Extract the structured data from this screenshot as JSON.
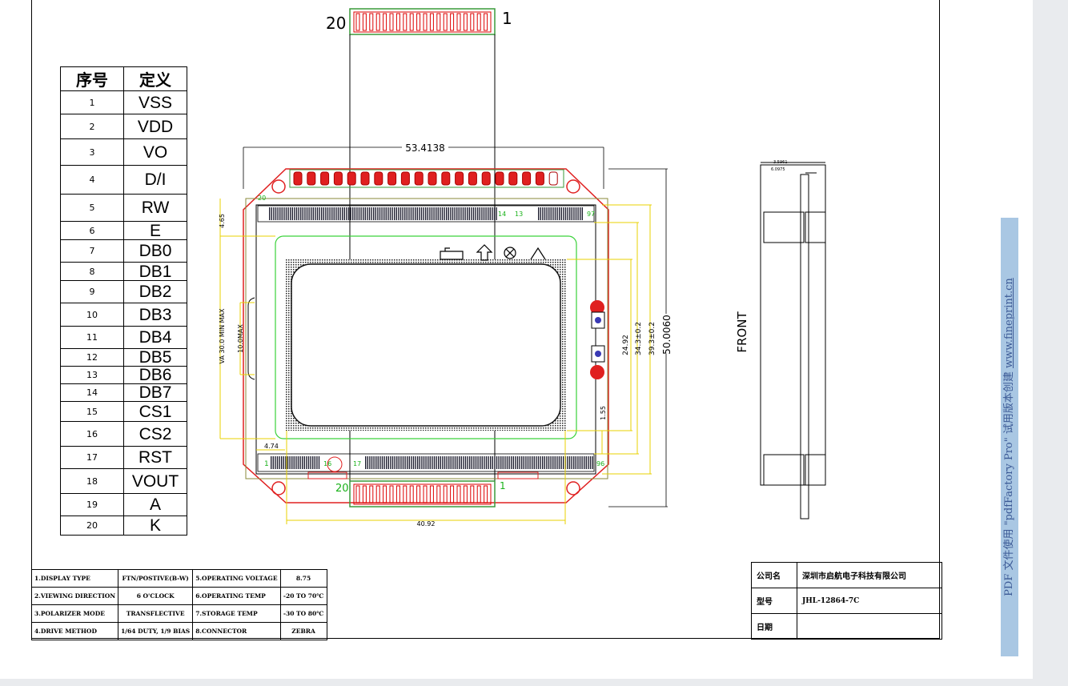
{
  "connector_top": {
    "pin_first": "20",
    "pin_last": "1"
  },
  "dimensions": {
    "outline_width": "53.4138",
    "top_offset": "4.65",
    "va_height": "VA 30.0 MIN MAX",
    "max_thick": "10.0MAX",
    "left_offset": "4.74",
    "bottom_width": "40.92",
    "h1": "24.92",
    "h2": "34.3±0.2",
    "h3": "39.3±0.2",
    "overall_height": "50.0060",
    "small_gap": "1.55",
    "side_a": "3.5961",
    "side_b": "6.0975"
  },
  "pcb_labels": {
    "top_left": "20",
    "top_mid": "14",
    "top_mid2": "13",
    "top_right": "97",
    "bot_left": "1",
    "bot_mid": "16",
    "bot_mid2": "17",
    "bot_right": "96",
    "bot_connector_left": "20",
    "bot_connector_right": "1"
  },
  "front_label": "FRONT",
  "pin_table": {
    "header_no": "序号",
    "header_def": "定义",
    "rows": [
      {
        "no": "1",
        "name": "VSS"
      },
      {
        "no": "2",
        "name": "VDD"
      },
      {
        "no": "3",
        "name": "VO"
      },
      {
        "no": "4",
        "name": "D/I"
      },
      {
        "no": "5",
        "name": "RW"
      },
      {
        "no": "6",
        "name": "E"
      },
      {
        "no": "7",
        "name": "DB0"
      },
      {
        "no": "8",
        "name": "DB1"
      },
      {
        "no": "9",
        "name": "DB2"
      },
      {
        "no": "10",
        "name": "DB3"
      },
      {
        "no": "11",
        "name": "DB4"
      },
      {
        "no": "12",
        "name": "DB5"
      },
      {
        "no": "13",
        "name": "DB6"
      },
      {
        "no": "14",
        "name": "DB7"
      },
      {
        "no": "15",
        "name": "CS1"
      },
      {
        "no": "16",
        "name": "CS2"
      },
      {
        "no": "17",
        "name": "RST"
      },
      {
        "no": "18",
        "name": "VOUT"
      },
      {
        "no": "19",
        "name": "A"
      },
      {
        "no": "20",
        "name": "K"
      }
    ]
  },
  "specs": [
    {
      "k1": "1.DISPLAY TYPE",
      "v1": "FTN/POSTIVE(B-W)",
      "k2": "5.OPERATING VOLTAGE",
      "v2": "8.75"
    },
    {
      "k1": "2.VIEWING DIRECTION",
      "v1": "6 O'CLOCK",
      "k2": "6.OPERATING TEMP",
      "v2": "-20 TO 70℃"
    },
    {
      "k1": "3.POLARIZER MODE",
      "v1": "TRANSFLECTIVE",
      "k2": "7.STORAGE TEMP",
      "v2": "-30 TO 80℃"
    },
    {
      "k1": "4.DRIVE METHOD",
      "v1": "1/64 DUTY, 1/9 BIAS",
      "k2": "8.CONNECTOR",
      "v2": "ZEBRA"
    }
  ],
  "title_block": {
    "company_label": "公司名",
    "company": "深圳市启航电子科技有限公司",
    "model_label": "型号",
    "model": "JHL-12864-7C",
    "date_label": "日期",
    "date": ""
  },
  "watermark": {
    "text": "PDF 文件使用 \"pdfFactory Pro\" 试用版本创建",
    "link": "www.fineprint.cn"
  }
}
